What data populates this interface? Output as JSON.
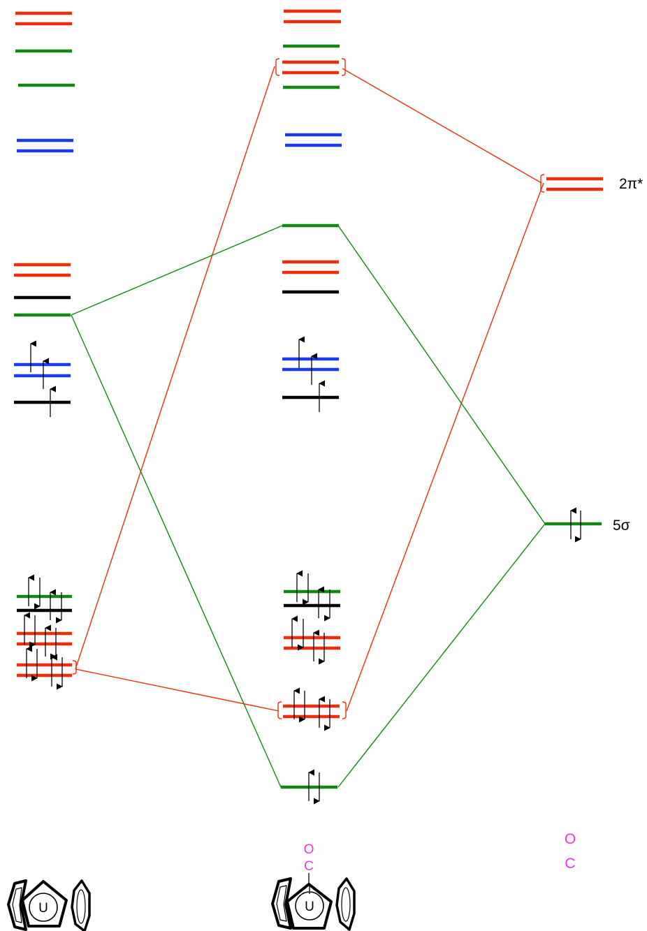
{
  "colors": {
    "red": "#ee2d0b",
    "green": "#118811",
    "blue": "#1a3cee",
    "black": "#000000",
    "magenta": "#ee33ee"
  },
  "labels": {
    "two_pi_star": "2π*",
    "five_sigma": "5σ",
    "co_O_middle": "O",
    "co_C_middle": "C",
    "co_O_right": "O",
    "co_C_right": "C",
    "metal_left": "U",
    "metal_middle": "U"
  }
}
